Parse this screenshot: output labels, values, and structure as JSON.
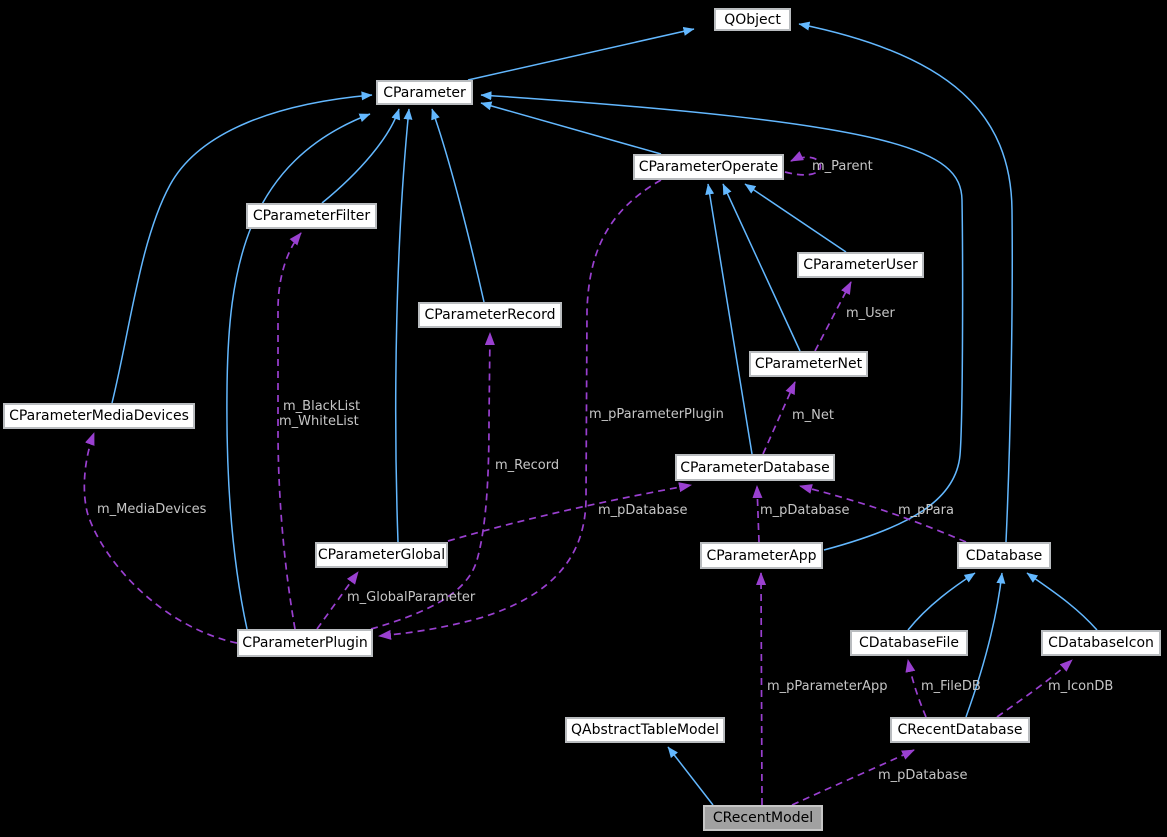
{
  "diagram": {
    "type": "class-collaboration-graph",
    "background": "#000000",
    "colors": {
      "inheritance_edge": "#63b8ff",
      "usage_edge": "#9a40d0",
      "edge_label_text": "#c6c6c6",
      "node_fill": "#ffffff",
      "node_border": "#b9bcbf",
      "highlight_node_fill": "#a1a1a1",
      "highlight_node_border": "#c6c6c6"
    },
    "nodes": {
      "qobject": {
        "label": "QObject"
      },
      "cparameter": {
        "label": "CParameter"
      },
      "cparameteroperate": {
        "label": "CParameterOperate"
      },
      "cparameterfilter": {
        "label": "CParameterFilter"
      },
      "cparameteruser": {
        "label": "CParameterUser"
      },
      "cparameterrecord": {
        "label": "CParameterRecord"
      },
      "cparameternet": {
        "label": "CParameterNet"
      },
      "cparametermediadevices": {
        "label": "CParameterMediaDevices"
      },
      "cparameterdatabase": {
        "label": "CParameterDatabase"
      },
      "cparameterglobal": {
        "label": "CParameterGlobal"
      },
      "cparameterapp": {
        "label": "CParameterApp"
      },
      "cdatabase": {
        "label": "CDatabase"
      },
      "cparameterplugin": {
        "label": "CParameterPlugin"
      },
      "cdatabasefile": {
        "label": "CDatabaseFile"
      },
      "cdatabaseicon": {
        "label": "CDatabaseIcon"
      },
      "qabstracttablemodel": {
        "label": "QAbstractTableModel"
      },
      "crecentdatabase": {
        "label": "CRecentDatabase"
      },
      "crecentmodel": {
        "label": "CRecentModel",
        "highlighted": true
      }
    },
    "edge_labels": {
      "m_parent": "m_Parent",
      "m_user": "m_User",
      "m_net": "m_Net",
      "m_pparameterplugin": "m_pParameterPlugin",
      "m_blacklist": "m_BlackList",
      "m_whitelist": "m_WhiteList",
      "m_record": "m_Record",
      "m_mediadevices": "m_MediaDevices",
      "m_pdatabase_global": "m_pDatabase",
      "m_pdatabase_app": "m_pDatabase",
      "m_ppara": "m_pPara",
      "m_globalparameter": "m_GlobalParameter",
      "m_pparameterapp": "m_pParameterApp",
      "m_filedb": "m_FileDB",
      "m_icondb": "m_IconDB",
      "m_pdatabase_recent": "m_pDatabase"
    },
    "inheritance_edges": [
      {
        "from": "CParameter",
        "to": "QObject"
      },
      {
        "from": "CDatabase",
        "to": "QObject"
      },
      {
        "from": "CParameterOperate",
        "to": "CParameter"
      },
      {
        "from": "CParameterApp",
        "to": "CParameter"
      },
      {
        "from": "CParameterFilter",
        "to": "CParameter"
      },
      {
        "from": "CParameterRecord",
        "to": "CParameter"
      },
      {
        "from": "CParameterMediaDevices",
        "to": "CParameter"
      },
      {
        "from": "CParameterGlobal",
        "to": "CParameter"
      },
      {
        "from": "CParameterPlugin",
        "to": "CParameter"
      },
      {
        "from": "CParameterDatabase",
        "to": "CParameterOperate"
      },
      {
        "from": "CParameterNet",
        "to": "CParameterOperate"
      },
      {
        "from": "CParameterUser",
        "to": "CParameterOperate"
      },
      {
        "from": "CDatabaseFile",
        "to": "CDatabase"
      },
      {
        "from": "CDatabaseIcon",
        "to": "CDatabase"
      },
      {
        "from": "CRecentDatabase",
        "to": "CDatabase"
      },
      {
        "from": "CRecentModel",
        "to": "QAbstractTableModel"
      }
    ],
    "usage_edges": [
      {
        "from": "CParameterOperate",
        "to": "CParameterOperate",
        "label": "m_Parent"
      },
      {
        "from": "CParameterNet",
        "to": "CParameterUser",
        "label": "m_User"
      },
      {
        "from": "CParameterDatabase",
        "to": "CParameterNet",
        "label": "m_Net"
      },
      {
        "from": "CParameterOperate",
        "to": "CParameterPlugin",
        "label": "m_pParameterPlugin"
      },
      {
        "from": "CParameterPlugin",
        "to": "CParameterFilter",
        "label": "m_BlackList m_WhiteList"
      },
      {
        "from": "CParameterPlugin",
        "to": "CParameterRecord",
        "label": "m_Record"
      },
      {
        "from": "CParameterPlugin",
        "to": "CParameterMediaDevices",
        "label": "m_MediaDevices"
      },
      {
        "from": "CParameterPlugin",
        "to": "CParameterGlobal",
        "label": "m_GlobalParameter"
      },
      {
        "from": "CParameterGlobal",
        "to": "CParameterDatabase",
        "label": "m_pDatabase"
      },
      {
        "from": "CParameterApp",
        "to": "CParameterDatabase",
        "label": "m_pDatabase"
      },
      {
        "from": "CDatabase",
        "to": "CParameterDatabase",
        "label": "m_pPara"
      },
      {
        "from": "CRecentModel",
        "to": "CParameterApp",
        "label": "m_pParameterApp"
      },
      {
        "from": "CRecentDatabase",
        "to": "CDatabaseFile",
        "label": "m_FileDB"
      },
      {
        "from": "CRecentDatabase",
        "to": "CDatabaseIcon",
        "label": "m_IconDB"
      },
      {
        "from": "CRecentModel",
        "to": "CRecentDatabase",
        "label": "m_pDatabase"
      }
    ]
  }
}
